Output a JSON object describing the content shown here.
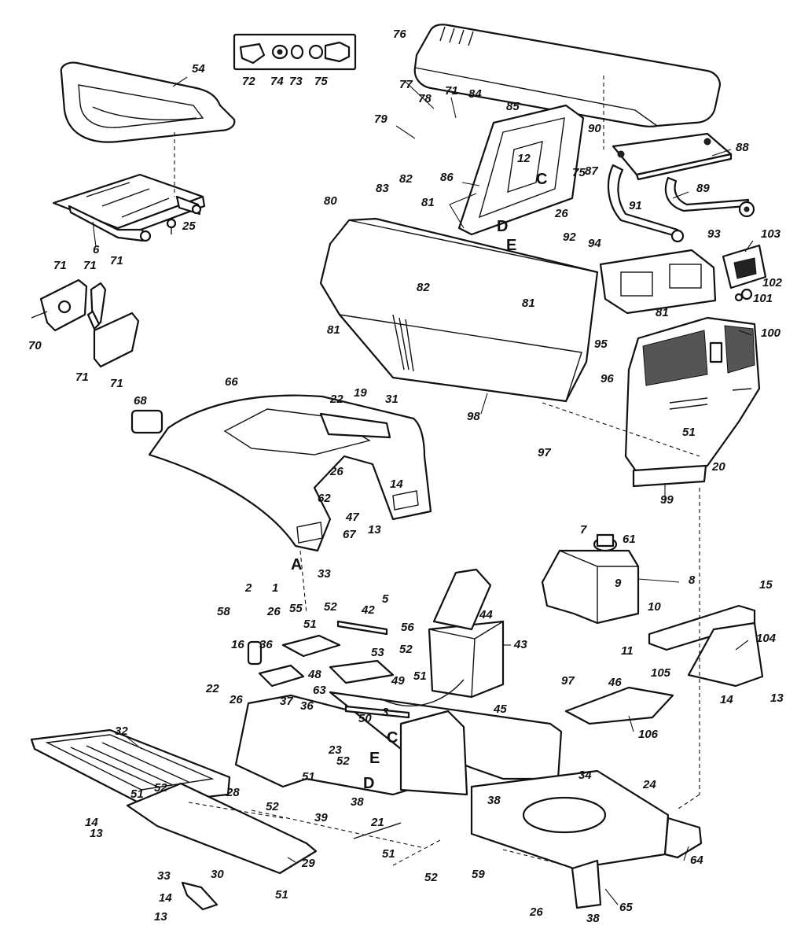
{
  "labels": [
    {
      "id": "p76",
      "text": "76"
    },
    {
      "id": "p77",
      "text": "77"
    },
    {
      "id": "p71a",
      "text": "71"
    },
    {
      "id": "p84",
      "text": "84"
    },
    {
      "id": "p78",
      "text": "78"
    },
    {
      "id": "p85",
      "text": "85"
    },
    {
      "id": "p79",
      "text": "79"
    },
    {
      "id": "p12",
      "text": "12"
    },
    {
      "id": "p90",
      "text": "90"
    },
    {
      "id": "p88",
      "text": "88"
    },
    {
      "id": "p87",
      "text": "87"
    },
    {
      "id": "p89",
      "text": "89"
    },
    {
      "id": "p86",
      "text": "86"
    },
    {
      "id": "p75a",
      "text": "75"
    },
    {
      "id": "p83",
      "text": "83"
    },
    {
      "id": "p82a",
      "text": "82"
    },
    {
      "id": "p80",
      "text": "80"
    },
    {
      "id": "p81a",
      "text": "81"
    },
    {
      "id": "p26a",
      "text": "26"
    },
    {
      "id": "p91",
      "text": "91"
    },
    {
      "id": "p93",
      "text": "93"
    },
    {
      "id": "p103",
      "text": "103"
    },
    {
      "id": "p92",
      "text": "92"
    },
    {
      "id": "p94",
      "text": "94"
    },
    {
      "id": "p102",
      "text": "102"
    },
    {
      "id": "p101",
      "text": "101"
    },
    {
      "id": "p82b",
      "text": "82"
    },
    {
      "id": "p81b",
      "text": "81"
    },
    {
      "id": "p81c",
      "text": "81"
    },
    {
      "id": "p81d",
      "text": "81"
    },
    {
      "id": "p95",
      "text": "95"
    },
    {
      "id": "p100",
      "text": "100"
    },
    {
      "id": "p96",
      "text": "96"
    },
    {
      "id": "p98",
      "text": "98"
    },
    {
      "id": "p97a",
      "text": "97"
    },
    {
      "id": "p51a",
      "text": "51"
    },
    {
      "id": "p20",
      "text": "20"
    },
    {
      "id": "p99",
      "text": "99"
    },
    {
      "id": "p54",
      "text": "54"
    },
    {
      "id": "p72",
      "text": "72"
    },
    {
      "id": "p74",
      "text": "74"
    },
    {
      "id": "p73",
      "text": "73"
    },
    {
      "id": "p75b",
      "text": "75"
    },
    {
      "id": "p25",
      "text": "25"
    },
    {
      "id": "p6",
      "text": "6"
    },
    {
      "id": "p71b",
      "text": "71"
    },
    {
      "id": "p71c",
      "text": "71"
    },
    {
      "id": "p71d",
      "text": "71"
    },
    {
      "id": "p70",
      "text": "70"
    },
    {
      "id": "p71e",
      "text": "71"
    },
    {
      "id": "p71f",
      "text": "71"
    },
    {
      "id": "p66",
      "text": "66"
    },
    {
      "id": "p68",
      "text": "68"
    },
    {
      "id": "p22a",
      "text": "22"
    },
    {
      "id": "p19",
      "text": "19"
    },
    {
      "id": "p31",
      "text": "31"
    },
    {
      "id": "p26b",
      "text": "26"
    },
    {
      "id": "p14a",
      "text": "14"
    },
    {
      "id": "p62",
      "text": "62"
    },
    {
      "id": "p47",
      "text": "47"
    },
    {
      "id": "p67",
      "text": "67"
    },
    {
      "id": "p13a",
      "text": "13"
    },
    {
      "id": "p7",
      "text": "7"
    },
    {
      "id": "p61",
      "text": "61"
    },
    {
      "id": "p9",
      "text": "9"
    },
    {
      "id": "p8",
      "text": "8"
    },
    {
      "id": "p10",
      "text": "10"
    },
    {
      "id": "p11",
      "text": "11"
    },
    {
      "id": "p15",
      "text": "15"
    },
    {
      "id": "p104",
      "text": "104"
    },
    {
      "id": "p105",
      "text": "105"
    },
    {
      "id": "p14b",
      "text": "14"
    },
    {
      "id": "p13b",
      "text": "13"
    },
    {
      "id": "p33a",
      "text": "33"
    },
    {
      "id": "p2",
      "text": "2"
    },
    {
      "id": "p1",
      "text": "1"
    },
    {
      "id": "p58",
      "text": "58"
    },
    {
      "id": "p26c",
      "text": "26"
    },
    {
      "id": "p55",
      "text": "55"
    },
    {
      "id": "p52a",
      "text": "52"
    },
    {
      "id": "p42",
      "text": "42"
    },
    {
      "id": "p5",
      "text": "5"
    },
    {
      "id": "p56",
      "text": "56"
    },
    {
      "id": "p44",
      "text": "44"
    },
    {
      "id": "p43",
      "text": "43"
    },
    {
      "id": "p16",
      "text": "16"
    },
    {
      "id": "p36a",
      "text": "36"
    },
    {
      "id": "p51b",
      "text": "51"
    },
    {
      "id": "p53",
      "text": "53"
    },
    {
      "id": "p52b",
      "text": "52"
    },
    {
      "id": "p49",
      "text": "49"
    },
    {
      "id": "p51c",
      "text": "51"
    },
    {
      "id": "p48",
      "text": "48"
    },
    {
      "id": "p63",
      "text": "63"
    },
    {
      "id": "p22b",
      "text": "22"
    },
    {
      "id": "p26d",
      "text": "26"
    },
    {
      "id": "p37",
      "text": "37"
    },
    {
      "id": "p36b",
      "text": "36"
    },
    {
      "id": "p3",
      "text": "3"
    },
    {
      "id": "p50",
      "text": "50"
    },
    {
      "id": "p97b",
      "text": "97"
    },
    {
      "id": "p46",
      "text": "46"
    },
    {
      "id": "p45",
      "text": "45"
    },
    {
      "id": "p106",
      "text": "106"
    },
    {
      "id": "p32",
      "text": "32"
    },
    {
      "id": "p23",
      "text": "23"
    },
    {
      "id": "p52c",
      "text": "52"
    },
    {
      "id": "p51d",
      "text": "51"
    },
    {
      "id": "p28",
      "text": "28"
    },
    {
      "id": "p38a",
      "text": "38"
    },
    {
      "id": "p39",
      "text": "39"
    },
    {
      "id": "p21",
      "text": "21"
    },
    {
      "id": "p34",
      "text": "34"
    },
    {
      "id": "p24",
      "text": "24"
    },
    {
      "id": "p51e",
      "text": "51"
    },
    {
      "id": "p52d",
      "text": "52"
    },
    {
      "id": "p14c",
      "text": "14"
    },
    {
      "id": "p13c",
      "text": "13"
    },
    {
      "id": "p52e",
      "text": "52"
    },
    {
      "id": "p38b",
      "text": "38"
    },
    {
      "id": "p51f",
      "text": "51"
    },
    {
      "id": "p52f",
      "text": "52"
    },
    {
      "id": "p59",
      "text": "59"
    },
    {
      "id": "p64",
      "text": "64"
    },
    {
      "id": "p33b",
      "text": "33"
    },
    {
      "id": "p30",
      "text": "30"
    },
    {
      "id": "p29",
      "text": "29"
    },
    {
      "id": "p51g",
      "text": "51"
    },
    {
      "id": "p14d",
      "text": "14"
    },
    {
      "id": "p13d",
      "text": "13"
    },
    {
      "id": "p26e",
      "text": "26"
    },
    {
      "id": "p38c",
      "text": "38"
    },
    {
      "id": "p65",
      "text": "65"
    }
  ],
  "letters": [
    {
      "id": "lC1",
      "text": "C"
    },
    {
      "id": "lD1",
      "text": "D"
    },
    {
      "id": "lE1",
      "text": "E"
    },
    {
      "id": "lA",
      "text": "A"
    },
    {
      "id": "lC2",
      "text": "C"
    },
    {
      "id": "lE2",
      "text": "E"
    },
    {
      "id": "lD2",
      "text": "D"
    }
  ]
}
